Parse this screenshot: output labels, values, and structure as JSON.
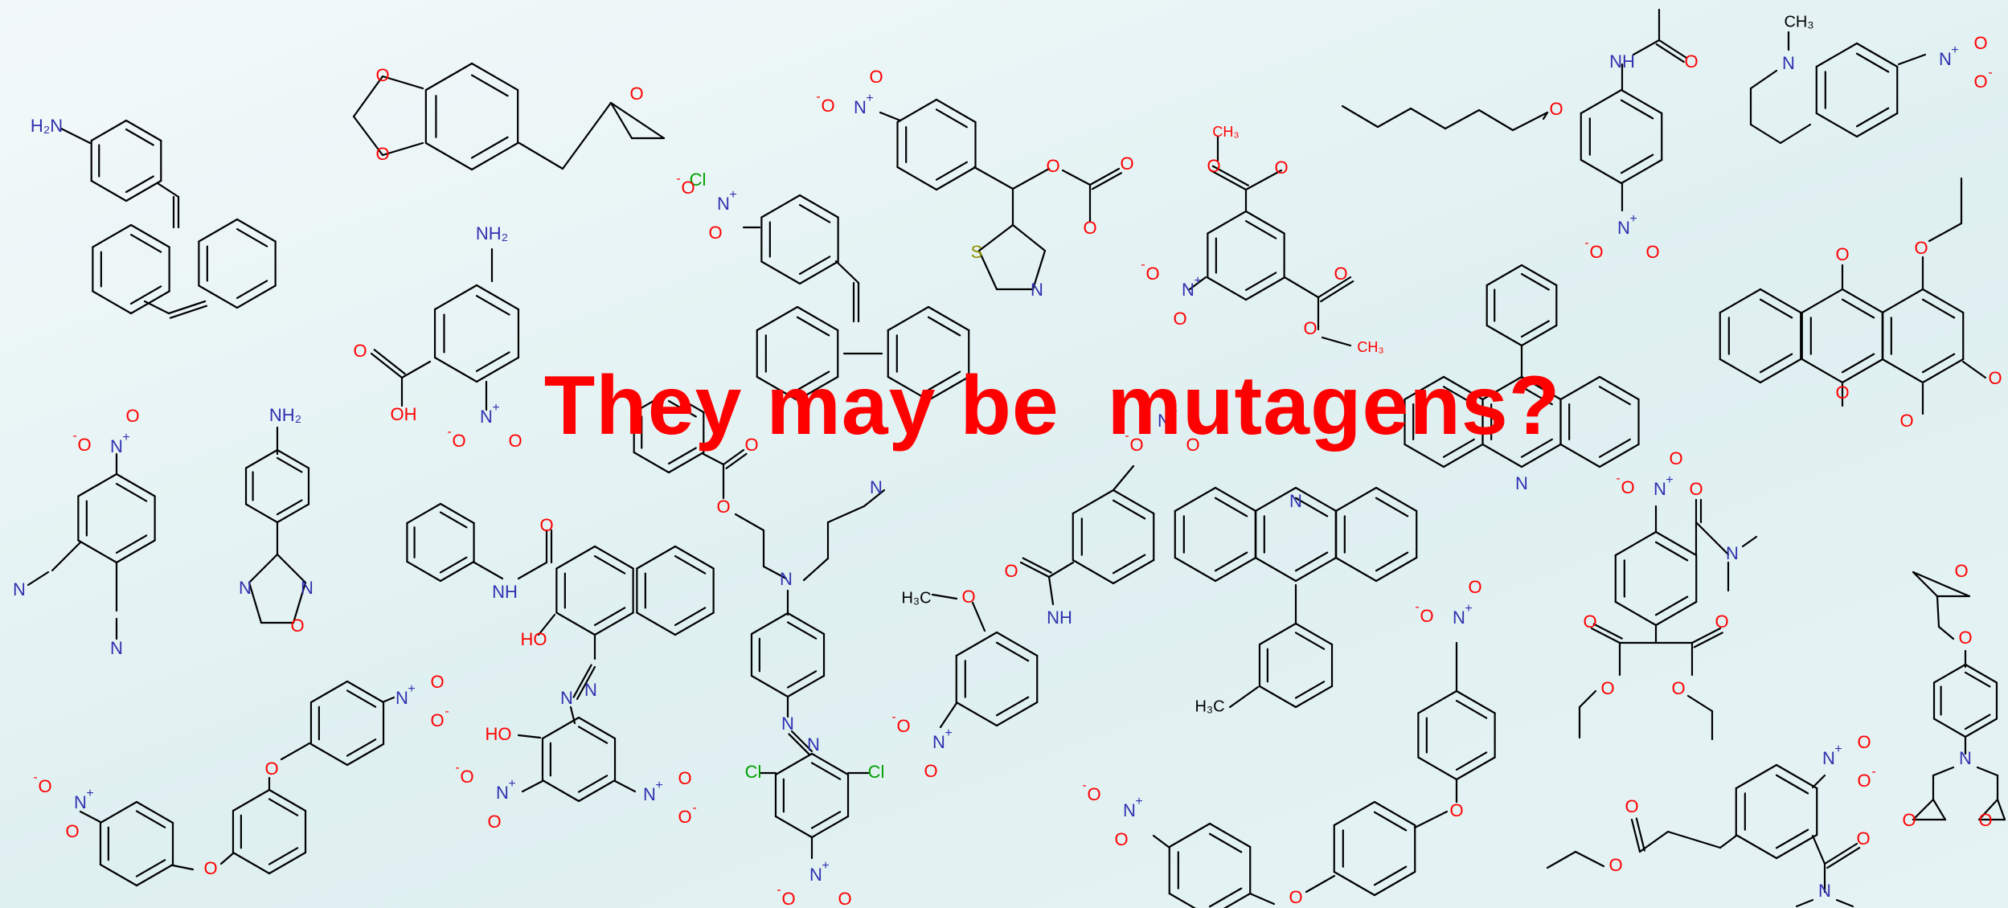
{
  "title": "They may be  mutagens?",
  "colors": {
    "title": "#ff0000",
    "bond": "#000000",
    "nitrogen": "#3030b0",
    "oxygen": "#ff0000",
    "chlorine": "#00a000",
    "sulfur": "#909000"
  },
  "atom_labels": {
    "h2n": "H₂N",
    "nh2": "NH₂",
    "n": "N",
    "nh": "NH",
    "h": "H",
    "o": "O",
    "oh": "OH",
    "ho": "HO",
    "cl": "Cl",
    "s": "S",
    "ch3": "CH₃",
    "h3c": "H₃C",
    "plus": "+",
    "minus": "-"
  }
}
